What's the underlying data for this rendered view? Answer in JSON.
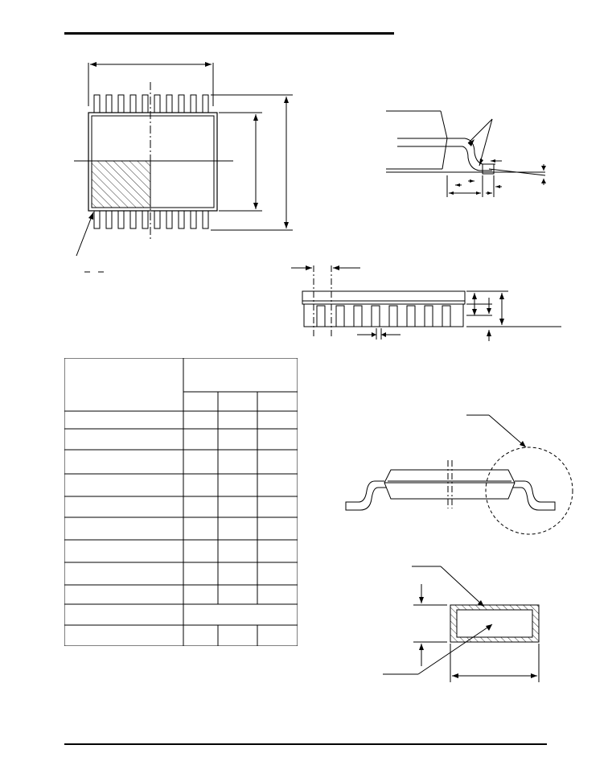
{
  "document": {
    "type": "package outline drawing",
    "figures": [
      "top-view",
      "lead-detail",
      "side-view",
      "end-view",
      "lead-cross-section"
    ],
    "table": {
      "columns": 3,
      "rows": 11
    }
  }
}
